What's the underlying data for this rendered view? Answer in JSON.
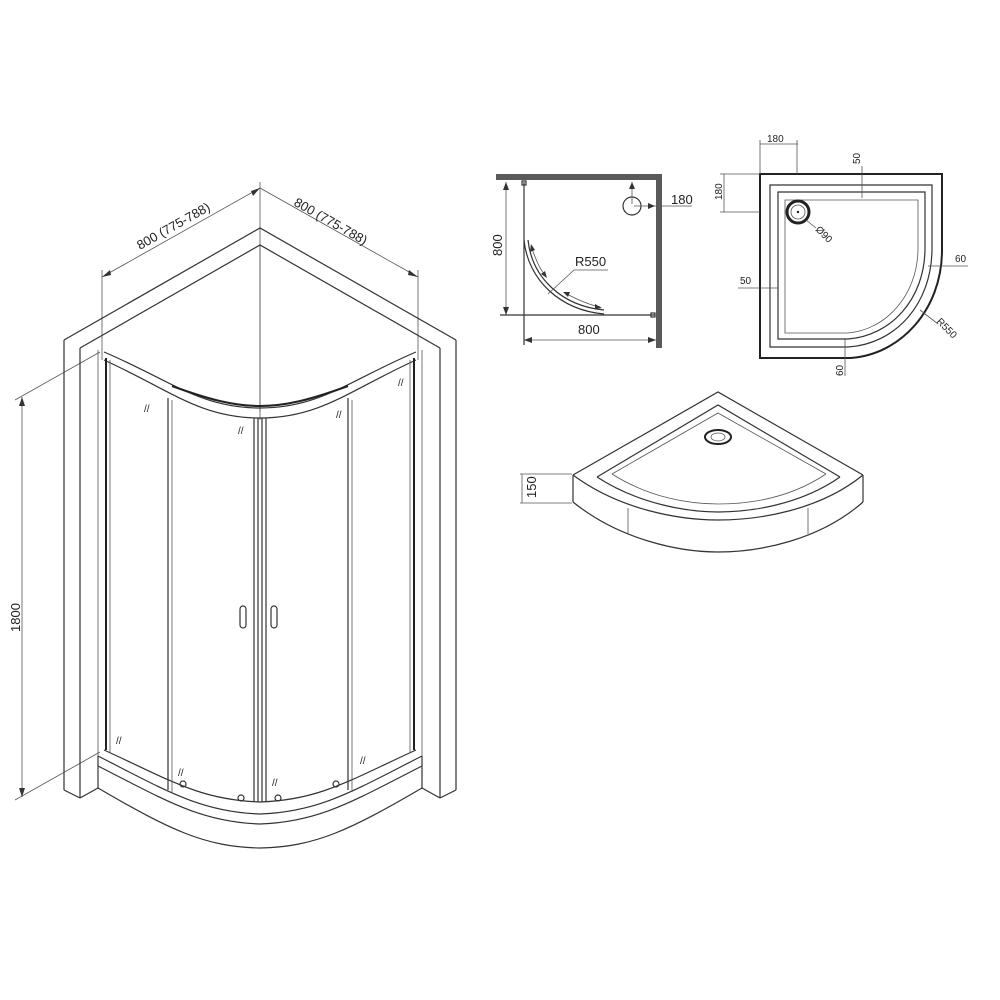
{
  "drawing": {
    "title": "Quadrant shower enclosure with tray - dimensional drawing",
    "colors": {
      "line": "#333333",
      "wall": "#5a5a5a",
      "background": "#ffffff"
    }
  },
  "isometric_view": {
    "width_left_label": "800 (775-788)",
    "width_right_label": "800 (775-788)",
    "height_label": "1800",
    "glass_marks": [
      "//",
      "//",
      "//",
      "//",
      "//",
      "//",
      "//",
      "//"
    ]
  },
  "plan_view": {
    "height_label": "800",
    "width_label": "800",
    "radius_label": "R550",
    "drain_offset_label": "180"
  },
  "tray_top_view": {
    "drain_x_label": "180",
    "drain_y_label": "180",
    "rim_top_label": "50",
    "rim_left_label": "50",
    "rim_right_label": "60",
    "rim_bottom_label": "60",
    "radius_label": "R550",
    "drain_diameter_label": "Ø90"
  },
  "tray_iso_view": {
    "height_label": "150"
  }
}
